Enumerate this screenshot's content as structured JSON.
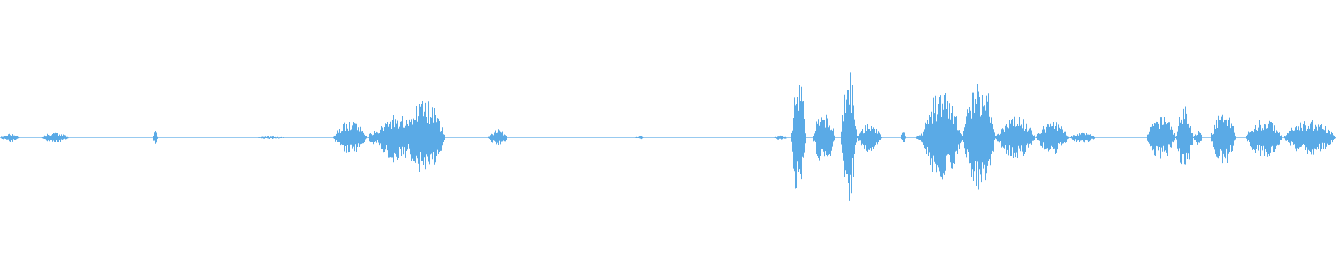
{
  "waveform": {
    "color": "#5aaae6",
    "background": "#ffffff",
    "segments": [
      {
        "start": 0.0,
        "end": 0.015,
        "level": 0.06
      },
      {
        "start": 0.03,
        "end": 0.052,
        "level": 0.07
      },
      {
        "start": 0.114,
        "end": 0.118,
        "level": 0.11
      },
      {
        "start": 0.19,
        "end": 0.215,
        "level": 0.02
      },
      {
        "start": 0.249,
        "end": 0.275,
        "level": 0.23
      },
      {
        "start": 0.275,
        "end": 0.285,
        "level": 0.1
      },
      {
        "start": 0.281,
        "end": 0.312,
        "level": 0.35
      },
      {
        "start": 0.302,
        "end": 0.333,
        "level": 0.55
      },
      {
        "start": 0.365,
        "end": 0.38,
        "level": 0.12
      },
      {
        "start": 0.475,
        "end": 0.482,
        "level": 0.03
      },
      {
        "start": 0.578,
        "end": 0.59,
        "level": 0.03
      },
      {
        "start": 0.592,
        "end": 0.603,
        "level": 0.92
      },
      {
        "start": 0.608,
        "end": 0.625,
        "level": 0.4
      },
      {
        "start": 0.629,
        "end": 0.641,
        "level": 1.0
      },
      {
        "start": 0.641,
        "end": 0.66,
        "level": 0.2
      },
      {
        "start": 0.674,
        "end": 0.678,
        "level": 0.1
      },
      {
        "start": 0.685,
        "end": 0.7,
        "level": 0.08
      },
      {
        "start": 0.69,
        "end": 0.72,
        "level": 0.7
      },
      {
        "start": 0.72,
        "end": 0.745,
        "level": 0.75
      },
      {
        "start": 0.738,
        "end": 0.742,
        "level": 0.78
      },
      {
        "start": 0.745,
        "end": 0.775,
        "level": 0.3
      },
      {
        "start": 0.775,
        "end": 0.8,
        "level": 0.23
      },
      {
        "start": 0.8,
        "end": 0.82,
        "level": 0.08
      },
      {
        "start": 0.858,
        "end": 0.88,
        "level": 0.32
      },
      {
        "start": 0.88,
        "end": 0.893,
        "level": 0.45
      },
      {
        "start": 0.893,
        "end": 0.9,
        "level": 0.1
      },
      {
        "start": 0.906,
        "end": 0.925,
        "level": 0.4
      },
      {
        "start": 0.932,
        "end": 0.96,
        "level": 0.28
      },
      {
        "start": 0.96,
        "end": 1.0,
        "level": 0.25
      }
    ]
  }
}
